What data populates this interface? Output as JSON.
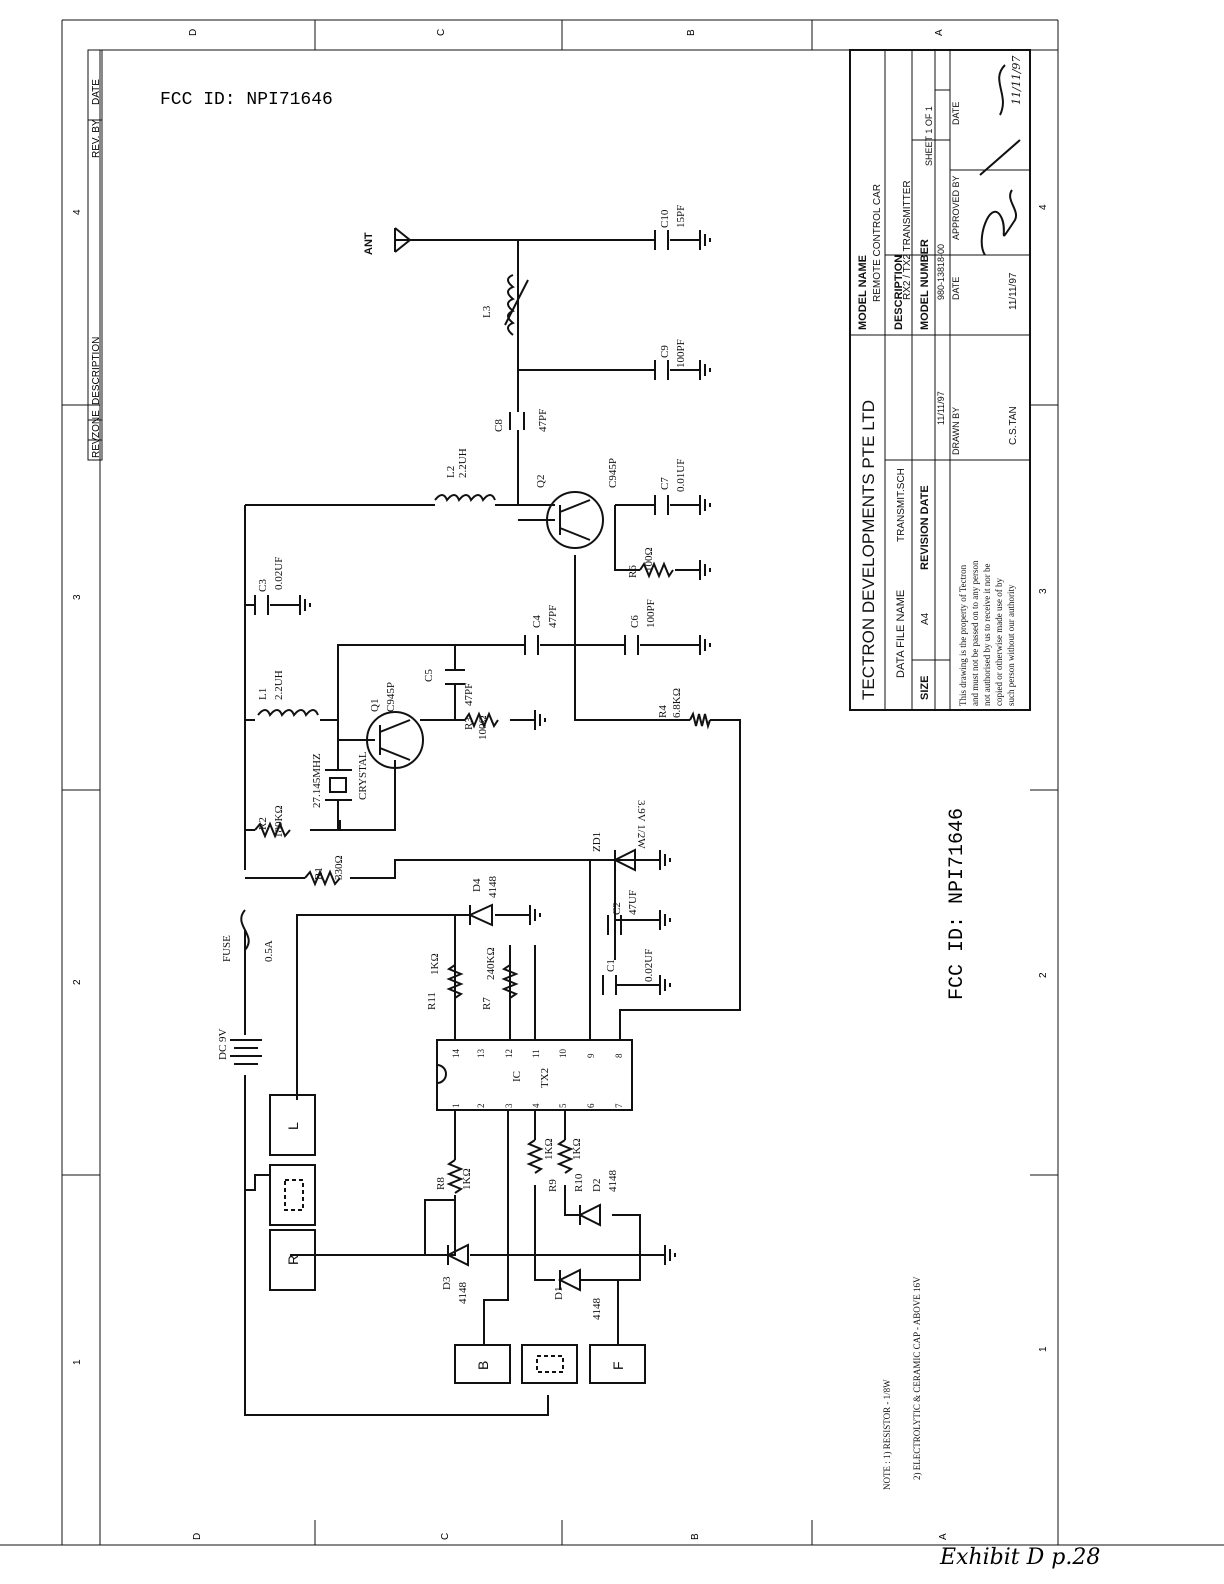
{
  "fcc_id_top": "FCC ID: NPI71646",
  "fcc_id_side": "FCC ID: NPI71646",
  "revision_table": {
    "rev": "REV",
    "zone": "ZONE",
    "description": "DESCRIPTION",
    "rev_by": "REV. BY",
    "date": "DATE"
  },
  "zone_letters_top": [
    "D",
    "C",
    "B",
    "A"
  ],
  "zone_letters_bottom": [
    "D",
    "C",
    "B",
    "A"
  ],
  "zone_numbers_left": [
    "4",
    "3",
    "2",
    "1"
  ],
  "zone_numbers_right": [
    "4",
    "3",
    "2",
    "1"
  ],
  "title_block": {
    "company": "TECTRON DEVELOPMENTS PTE LTD",
    "model_name_label": "MODEL NAME",
    "model_name": "REMOTE CONTROL CAR",
    "description_label": "DESCRIPTION",
    "description": "RX2 / TX2 TRANSMITTER",
    "data_file_label": "DATA FILE NAME",
    "data_file": "TRANSMIT.SCH",
    "model_number_label": "MODEL NUMBER",
    "model_number": "980-13818-00",
    "sheet": "SHEET 1 OF 1",
    "size_label": "SIZE",
    "size": "A4",
    "revision_date_label": "REVISION DATE",
    "revision_date": "11/11/97",
    "date_label": "DATE",
    "approved_by_label": "APPROVED BY",
    "date2_label": "DATE",
    "drawn_by_label": "DRAWN BY",
    "drawn_by": "C.S.TAN",
    "drawn_date": "11/11/97",
    "approved_date": "11/11/97",
    "notice": [
      "This drawing is the property of Tectron",
      "and must not be passed on to any person",
      "not authorised by us to receive it nor be",
      "copied or otherwise made use of by",
      "such person without our authority"
    ]
  },
  "notes": {
    "line1": "NOTE : 1) RESISTOR - 1/8W",
    "line2": "2) ELECTROLYTIC & CERAMIC CAP - ABOVE 16V"
  },
  "exhibit": "Exhibit D p.28",
  "components": {
    "ant": "ANT",
    "c10": "C10",
    "c10v": "15PF",
    "c9": "C9",
    "c9v": "100PF",
    "l3": "L3",
    "c8": "C8",
    "c8v": "47PF",
    "l2": "L2",
    "l2v": "2.2UH",
    "q2": "Q2",
    "q2v": "C945P",
    "c7": "C7",
    "c7v": "0.01UF",
    "r6": "R6",
    "r6v": "100Ω",
    "c3": "C3",
    "c3v": "0.02UF",
    "c4": "C4",
    "c4v": "47PF",
    "c6": "C6",
    "c6v": "100PF",
    "c5": "C5",
    "c5v": "47PF",
    "l1": "L1",
    "l1v": "2.2UH",
    "q1": "Q1",
    "q1v": "C945P",
    "r3": "R3",
    "r3v": "100Ω",
    "r4": "R4",
    "r4v": "6.8KΩ",
    "xtal_freq": "27.145MHZ",
    "xtal": "CRYSTAL",
    "r2": "R2",
    "r2v": "180KΩ",
    "r1": "R1",
    "r1v": "330Ω",
    "zd1": "ZD1",
    "zd1v": "3.9V 1/2W",
    "fuse": "FUSE",
    "fusev": "0.5A",
    "dc": "DC 9V",
    "d4": "D4",
    "d4v": "4148",
    "c2": "C2",
    "c2v": "47UF",
    "c1": "C1",
    "c1v": "0.02UF",
    "r11": "R11",
    "r11v": "1KΩ",
    "r7": "R7",
    "r7v": "240KΩ",
    "ic": "IC",
    "ic_name": "TX2",
    "pins_top": [
      "14",
      "13",
      "12",
      "11",
      "10",
      "9",
      "8"
    ],
    "pins_bottom": [
      "1",
      "2",
      "3",
      "4",
      "5",
      "6",
      "7"
    ],
    "r8": "R8",
    "r8v": "1KΩ",
    "r9": "R9",
    "r9v": "1KΩ",
    "r10": "R10",
    "r10v": "1KΩ",
    "d2": "D2",
    "d2v": "4148",
    "d3": "D3",
    "d3v": "4148",
    "d1": "D1",
    "d1v": "4148",
    "btn_l": "L",
    "btn_r": "R",
    "btn_b": "B",
    "btn_f": "F"
  }
}
